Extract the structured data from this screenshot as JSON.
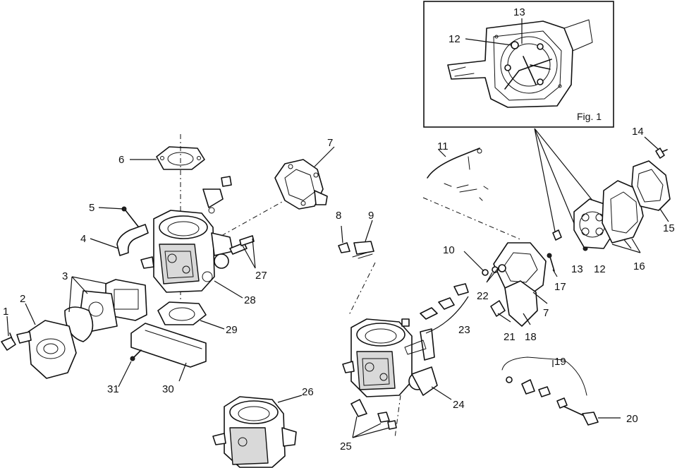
{
  "figure_inset": {
    "label": "Fig. 1",
    "callouts": [
      "13",
      "12"
    ]
  },
  "callouts": [
    "1",
    "2",
    "3",
    "4",
    "5",
    "6",
    "7",
    "8",
    "9",
    "10",
    "11",
    "12",
    "13",
    "14",
    "15",
    "16",
    "17",
    "18",
    "19",
    "20",
    "21",
    "22",
    "23",
    "24",
    "25",
    "26",
    "27",
    "28",
    "29",
    "30",
    "31"
  ],
  "callouts_repeated": {
    "7": "7",
    "12": "12",
    "13": "13"
  }
}
